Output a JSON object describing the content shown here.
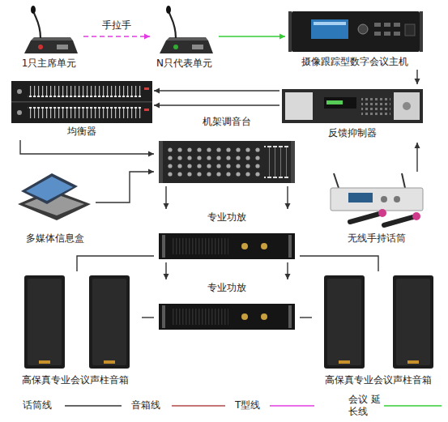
{
  "diagram": {
    "nodes": [
      {
        "text": [
          "1只主席单元"
        ]
      },
      {
        "text": [
          "N只代表单元"
        ]
      },
      {
        "text": [
          "摄像跟踪型数字会议主机"
        ]
      },
      {
        "text": [
          "均衡器"
        ]
      },
      {
        "text": [
          "反馈抑制器"
        ]
      },
      {
        "text": [
          "机架调音台"
        ]
      },
      {
        "text": [
          "多媒体信息盒"
        ]
      },
      {
        "text": [
          "无线手持话筒"
        ]
      },
      {
        "text": [
          "专业功放"
        ]
      },
      {
        "text": [
          "专业功放"
        ]
      },
      {
        "text": [
          "高保真专业会议声柱音箱"
        ]
      },
      {
        "text": [
          "高保真专业会议声柱音箱"
        ]
      }
    ],
    "edges": [
      {
        "from": 0,
        "to": 1,
        "label": "手拉手",
        "arrow": "to"
      },
      {
        "from": 1,
        "to": 2,
        "arrow": "to"
      },
      {
        "from": 2,
        "to": 4,
        "arrow": "to"
      },
      {
        "from": 4,
        "to": 3,
        "arrow": "to"
      },
      {
        "from": 4,
        "to": 3,
        "arrow": "to"
      },
      {
        "from": 3,
        "to": 5,
        "arrow": "to"
      },
      {
        "from": 6,
        "to": 5,
        "arrow": "to"
      },
      {
        "from": 7,
        "to": 4,
        "arrow": "to"
      },
      {
        "from": 5,
        "to": 8,
        "arrow": "to"
      },
      {
        "from": 5,
        "to": 8,
        "arrow": "to"
      },
      {
        "from": 8,
        "to": 9,
        "arrow": "to"
      },
      {
        "from": 8,
        "to": 9,
        "arrow": "to"
      },
      {
        "from": 8,
        "to": 10,
        "arrow": "none"
      },
      {
        "from": 9,
        "to": 10,
        "arrow": "none"
      },
      {
        "from": 8,
        "to": 11,
        "arrow": "none"
      },
      {
        "from": 9,
        "to": 11,
        "arrow": "none"
      }
    ],
    "legend": [
      {
        "text": "话筒线"
      },
      {
        "text": "音箱线"
      },
      {
        "text": "T型线"
      },
      {
        "text": "会议 延长线"
      }
    ]
  }
}
